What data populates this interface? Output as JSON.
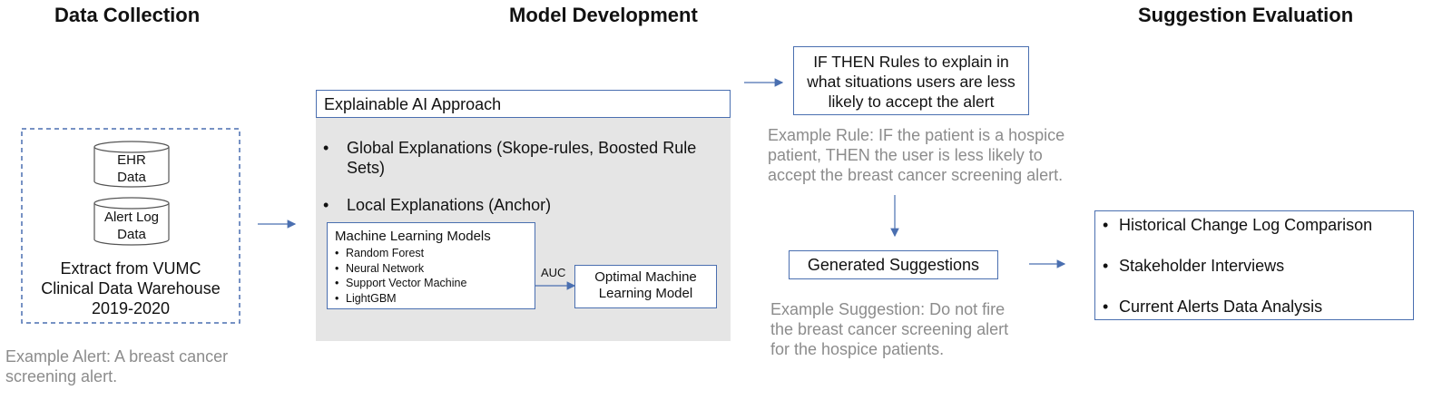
{
  "headings": {
    "data_collection": "Data Collection",
    "model_development": "Model Development",
    "suggestion_evaluation": "Suggestion Evaluation"
  },
  "data_collection": {
    "ehr_line1": "EHR",
    "ehr_line2": "Data",
    "alert_log_line1": "Alert Log",
    "alert_log_line2": "Data",
    "extract_line1": "Extract from VUMC",
    "extract_line2": "Clinical Data Warehouse",
    "extract_line3": "2019-2020",
    "example_line1": "Example Alert: A breast cancer",
    "example_line2": "screening alert."
  },
  "model_development": {
    "xai_title": "Explainable AI Approach",
    "global_line1": "Global Explanations (Skope-rules, Boosted Rule",
    "global_line2": "Sets)",
    "local": "Local Explanations (Anchor)",
    "ml_title": "Machine Learning Models",
    "ml_items": [
      "Random Forest",
      "Neural Network",
      "Support Vector Machine",
      "LightGBM"
    ],
    "auc_label": "AUC",
    "optimal_line1": "Optimal Machine",
    "optimal_line2": "Learning Model"
  },
  "rules": {
    "box_line1": "IF THEN Rules to explain in",
    "box_line2": "what situations users are less",
    "box_line3": "likely to accept the alert",
    "example_line1": "Example Rule: IF the patient is a hospice",
    "example_line2": "patient, THEN the user is less likely to",
    "example_line3": "accept the breast cancer screening alert."
  },
  "suggestions": {
    "box_label": "Generated Suggestions",
    "example_line1": "Example Suggestion: Do not fire",
    "example_line2": "the breast cancer screening alert",
    "example_line3": "for the hospice patients."
  },
  "evaluation": {
    "items": [
      "Historical Change Log Comparison",
      "Stakeholder Interviews",
      "Current Alerts Data Analysis"
    ]
  },
  "colors": {
    "box_border": "#4a6fb0",
    "panel_bg": "#e5e5e5",
    "grey_text": "#8c8c8c",
    "arrow": "#4a6fb0"
  }
}
